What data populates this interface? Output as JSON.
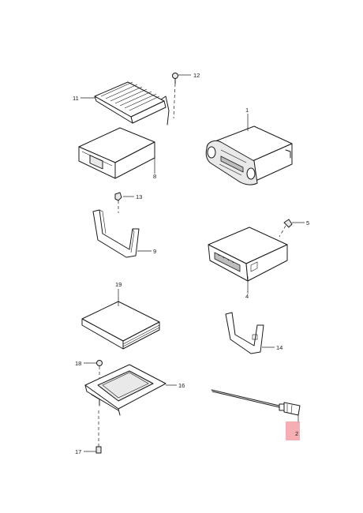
{
  "callouts": {
    "c1": "1",
    "c2": "2",
    "c4": "4",
    "c5": "5",
    "c8": "8",
    "c9": "9",
    "c11": "11",
    "c12": "12",
    "c13": "13",
    "c14": "14",
    "c16": "16",
    "c17": "17",
    "c18": "18",
    "c19": "19"
  },
  "colors": {
    "line": "#1a1a1a",
    "highlight": "#f4a0a8",
    "background": "#ffffff"
  }
}
